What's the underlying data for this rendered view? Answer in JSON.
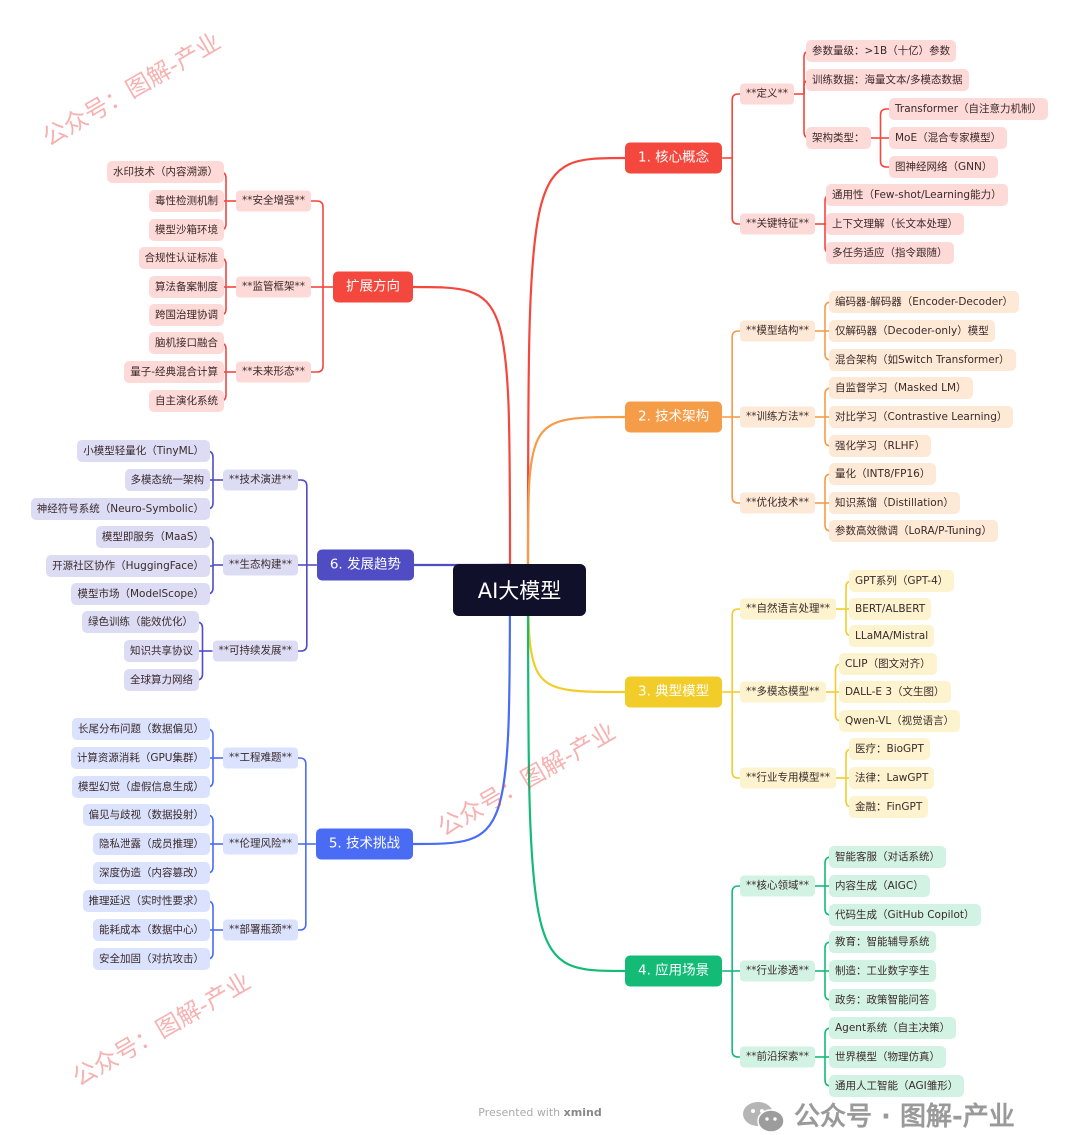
{
  "central": "AI大模型",
  "branches": [
    {
      "label": "1. 核心概念",
      "color": "#f4473d",
      "light": "#fdd9d7",
      "children": [
        {
          "label": "**定义**",
          "children": [
            {
              "label": "参数量级：>1B（十亿）参数"
            },
            {
              "label": "训练数据：海量文本/多模态数据"
            },
            {
              "label": "架构类型：",
              "children": [
                {
                  "label": "Transformer（自注意力机制）"
                },
                {
                  "label": "MoE（混合专家模型）"
                },
                {
                  "label": "图神经网络（GNN）"
                }
              ]
            }
          ]
        },
        {
          "label": "**关键特征**",
          "children": [
            {
              "label": "通用性（Few-shot/Learning能力）"
            },
            {
              "label": "上下文理解（长文本处理）"
            },
            {
              "label": "多任务适应（指令跟随）"
            }
          ]
        }
      ]
    },
    {
      "label": "2. 技术架构",
      "color": "#f59c48",
      "light": "#fde9d6",
      "children": [
        {
          "label": "**模型结构**",
          "children": [
            {
              "label": "编码器-解码器（Encoder-Decoder）"
            },
            {
              "label": "仅解码器（Decoder-only）模型"
            },
            {
              "label": "混合架构（如Switch Transformer）"
            }
          ]
        },
        {
          "label": "**训练方法**",
          "children": [
            {
              "label": "自监督学习（Masked LM）"
            },
            {
              "label": "对比学习（Contrastive Learning）"
            },
            {
              "label": "强化学习（RLHF）"
            }
          ]
        },
        {
          "label": "**优化技术**",
          "children": [
            {
              "label": "量化（INT8/FP16）"
            },
            {
              "label": "知识蒸馏（Distillation）"
            },
            {
              "label": "参数高效微调（LoRA/P-Tuning）"
            }
          ]
        }
      ]
    },
    {
      "label": "3. 典型模型",
      "color": "#f2cd2a",
      "light": "#fdf3cf",
      "children": [
        {
          "label": "**自然语言处理**",
          "children": [
            {
              "label": "GPT系列（GPT-4）"
            },
            {
              "label": "BERT/ALBERT"
            },
            {
              "label": "LLaMA/Mistral"
            }
          ]
        },
        {
          "label": "**多模态模型**",
          "children": [
            {
              "label": "CLIP（图文对齐）"
            },
            {
              "label": "DALL-E 3（文生图）"
            },
            {
              "label": "Qwen-VL（视觉语言）"
            }
          ]
        },
        {
          "label": "**行业专用模型**",
          "children": [
            {
              "label": "医疗：BioGPT"
            },
            {
              "label": "法律：LawGPT"
            },
            {
              "label": "金融：FinGPT"
            }
          ]
        }
      ]
    },
    {
      "label": "4. 应用场景",
      "color": "#13bb77",
      "light": "#d2f3e3",
      "children": [
        {
          "label": "**核心领域**",
          "children": [
            {
              "label": "智能客服（对话系统）"
            },
            {
              "label": "内容生成（AIGC）"
            },
            {
              "label": "代码生成（GitHub Copilot）"
            }
          ]
        },
        {
          "label": "**行业渗透**",
          "children": [
            {
              "label": "教育：智能辅导系统"
            },
            {
              "label": "制造：工业数字孪生"
            },
            {
              "label": "政务：政策智能问答"
            }
          ]
        },
        {
          "label": "**前沿探索**",
          "children": [
            {
              "label": "Agent系统（自主决策）"
            },
            {
              "label": "世界模型（物理仿真）"
            },
            {
              "label": "通用人工智能（AGI雏形）"
            }
          ]
        }
      ]
    },
    {
      "label": "5. 技术挑战",
      "color": "#4a6cf5",
      "light": "#dae2fd",
      "children": [
        {
          "label": "**工程难题**",
          "children": [
            {
              "label": "长尾分布问题（数据偏见）"
            },
            {
              "label": "计算资源消耗（GPU集群）"
            },
            {
              "label": "模型幻觉（虚假信息生成）"
            }
          ]
        },
        {
          "label": "**伦理风险**",
          "children": [
            {
              "label": "偏见与歧视（数据投射）"
            },
            {
              "label": "隐私泄露（成员推理）"
            },
            {
              "label": "深度伪造（内容篡改）"
            }
          ]
        },
        {
          "label": "**部署瓶颈**",
          "children": [
            {
              "label": "推理延迟（实时性要求）"
            },
            {
              "label": "能耗成本（数据中心）"
            },
            {
              "label": "安全加固（对抗攻击）"
            }
          ]
        }
      ]
    },
    {
      "label": "6. 发展趋势",
      "color": "#504cc3",
      "light": "#dddcf5",
      "children": [
        {
          "label": "**技术演进**",
          "children": [
            {
              "label": "小模型轻量化（TinyML）"
            },
            {
              "label": "多模态统一架构"
            },
            {
              "label": "神经符号系统（Neuro-Symbolic）"
            }
          ]
        },
        {
          "label": "**生态构建**",
          "children": [
            {
              "label": "模型即服务（MaaS）"
            },
            {
              "label": "开源社区协作（HuggingFace）"
            },
            {
              "label": "模型市场（ModelScope）"
            }
          ]
        },
        {
          "label": "**可持续发展**",
          "children": [
            {
              "label": "绿色训练（能效优化）"
            },
            {
              "label": "知识共享协议"
            },
            {
              "label": "全球算力网络"
            }
          ]
        }
      ]
    },
    {
      "label": "扩展方向",
      "color": "#f4473d",
      "light": "#fdd9d7",
      "children": [
        {
          "label": "**安全增强**",
          "children": [
            {
              "label": "水印技术（内容溯源）"
            },
            {
              "label": "毒性检测机制"
            },
            {
              "label": "模型沙箱环境"
            }
          ]
        },
        {
          "label": "**监管框架**",
          "children": [
            {
              "label": "合规性认证标准"
            },
            {
              "label": "算法备案制度"
            },
            {
              "label": "跨国治理协调"
            }
          ]
        },
        {
          "label": "**未来形态**",
          "children": [
            {
              "label": "脑机接口融合"
            },
            {
              "label": "量子-经典混合计算"
            },
            {
              "label": "自主演化系统"
            }
          ]
        }
      ]
    }
  ],
  "watermark": "公众号：图解-产业",
  "logo_text": "公众号 · 图解-产业",
  "footer": {
    "prefix": "Presented with ",
    "brand": "xmind"
  }
}
